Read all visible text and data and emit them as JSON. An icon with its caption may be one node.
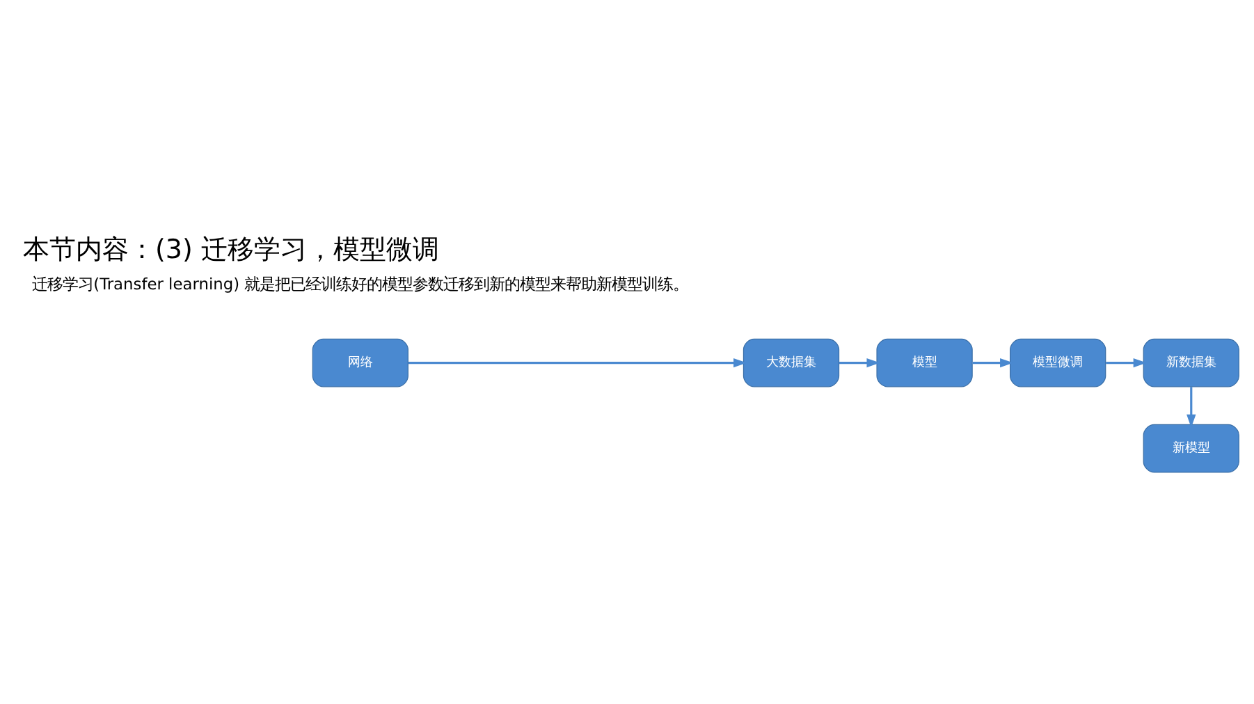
{
  "diagram": {
    "title": "本节内容：(3) 迁移学习，模型微调",
    "nodes": [
      {
        "text": [
          "网络"
        ]
      },
      {
        "text": [
          "大数据集"
        ]
      },
      {
        "text": [
          "模型"
        ]
      },
      {
        "text": [
          "模型微调"
        ]
      },
      {
        "text": [
          "新数据集"
        ]
      },
      {
        "text": [
          "新模型"
        ]
      }
    ],
    "edges": [
      {
        "from": 0,
        "to": 1,
        "arrow": "to"
      },
      {
        "from": 1,
        "to": 2,
        "arrow": "to"
      },
      {
        "from": 2,
        "to": 3,
        "arrow": "to"
      },
      {
        "from": 3,
        "to": 4,
        "arrow": "to"
      },
      {
        "from": 4,
        "to": 5,
        "arrow": "to"
      }
    ],
    "labels": [
      "迁移学习(Transfer learning) 就是把已经训练好的模型参数迁移到新的模型来帮助新模型训练。"
    ]
  }
}
